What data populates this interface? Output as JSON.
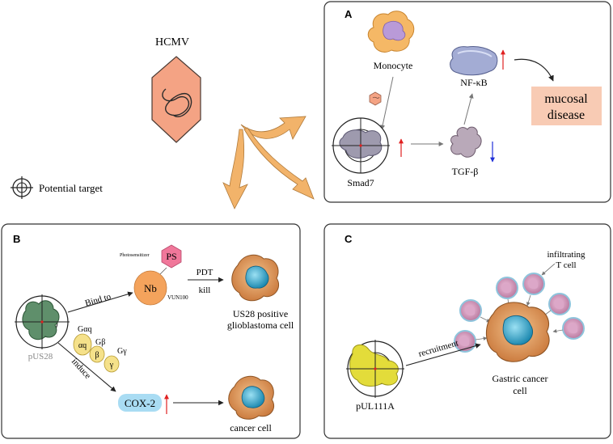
{
  "virus": {
    "label": "HCMV"
  },
  "legend": {
    "label": "Potential target"
  },
  "panel_a": {
    "letter": "A",
    "monocyte": "Monocyte",
    "nfkb": "NF-κB",
    "smad7": "Smad7",
    "tgfb": "TGF-β",
    "disease_line1": "mucosal",
    "disease_line2": "disease"
  },
  "panel_b": {
    "letter": "B",
    "photosensitizer": "Photosensitizer",
    "ps": "PS",
    "nb": "Nb",
    "vun100": "VUN100",
    "pdt": "PDT",
    "kill": "kill",
    "bind_to": "Bind to",
    "us28_cell_line1": "US28 positive",
    "us28_cell_line2": "glioblastoma cell",
    "pus28": "pUS28",
    "gaq": "Gαq",
    "aq": "αq",
    "gb": "Gβ",
    "b": "β",
    "gg": "Gγ",
    "g": "γ",
    "induce": "induce",
    "cox2": "COX-2",
    "cancer_cell": "cancer cell"
  },
  "panel_c": {
    "letter": "C",
    "infiltrating_line1": "infiltrating",
    "infiltrating_line2": "T cell",
    "recruitment": "recruitment",
    "gastric_line1": "Gastric cancer",
    "gastric_line2": "cell",
    "pul111a": "pUL111A"
  },
  "colors": {
    "virus_fill": "#f4a384",
    "arrow_orange": "#f2b36a",
    "up_arrow": "#e02020",
    "down_arrow": "#1f2fd8",
    "disease_box": "#f8cbb4",
    "cox2_box": "#a9dcf3",
    "nb_fill": "#f4a35c",
    "ps_fill": "#f0779a",
    "pus28_fill": "#5f8f6b",
    "pul111a_fill": "#e3dc3a",
    "tcell_fill": "#d89bc0",
    "cancer_fill": "#e09a55",
    "nucleus_fill": "#2aa0c8"
  }
}
